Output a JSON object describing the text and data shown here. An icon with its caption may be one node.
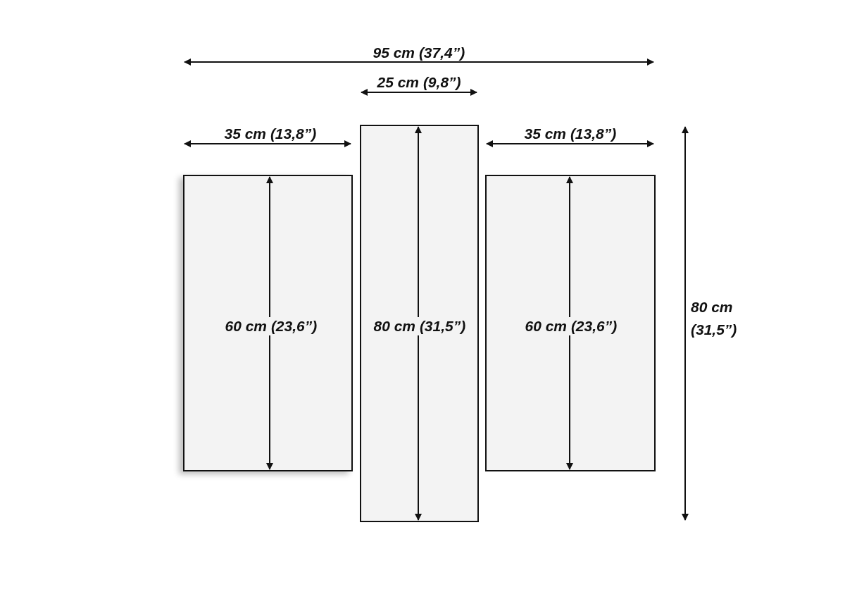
{
  "diagram": {
    "nodes": [
      {
        "text": [
          "60 cm (23,6”)"
        ]
      },
      {
        "text": [
          "80 cm (31,5”)"
        ]
      },
      {
        "text": [
          "60 cm (23,6”)"
        ]
      }
    ],
    "labels": [
      "95 cm (37,4”)",
      "25 cm (9,8”)",
      "35 cm (13,8”)",
      "35 cm (13,8”)",
      "80 cm (31,5”)"
    ]
  }
}
